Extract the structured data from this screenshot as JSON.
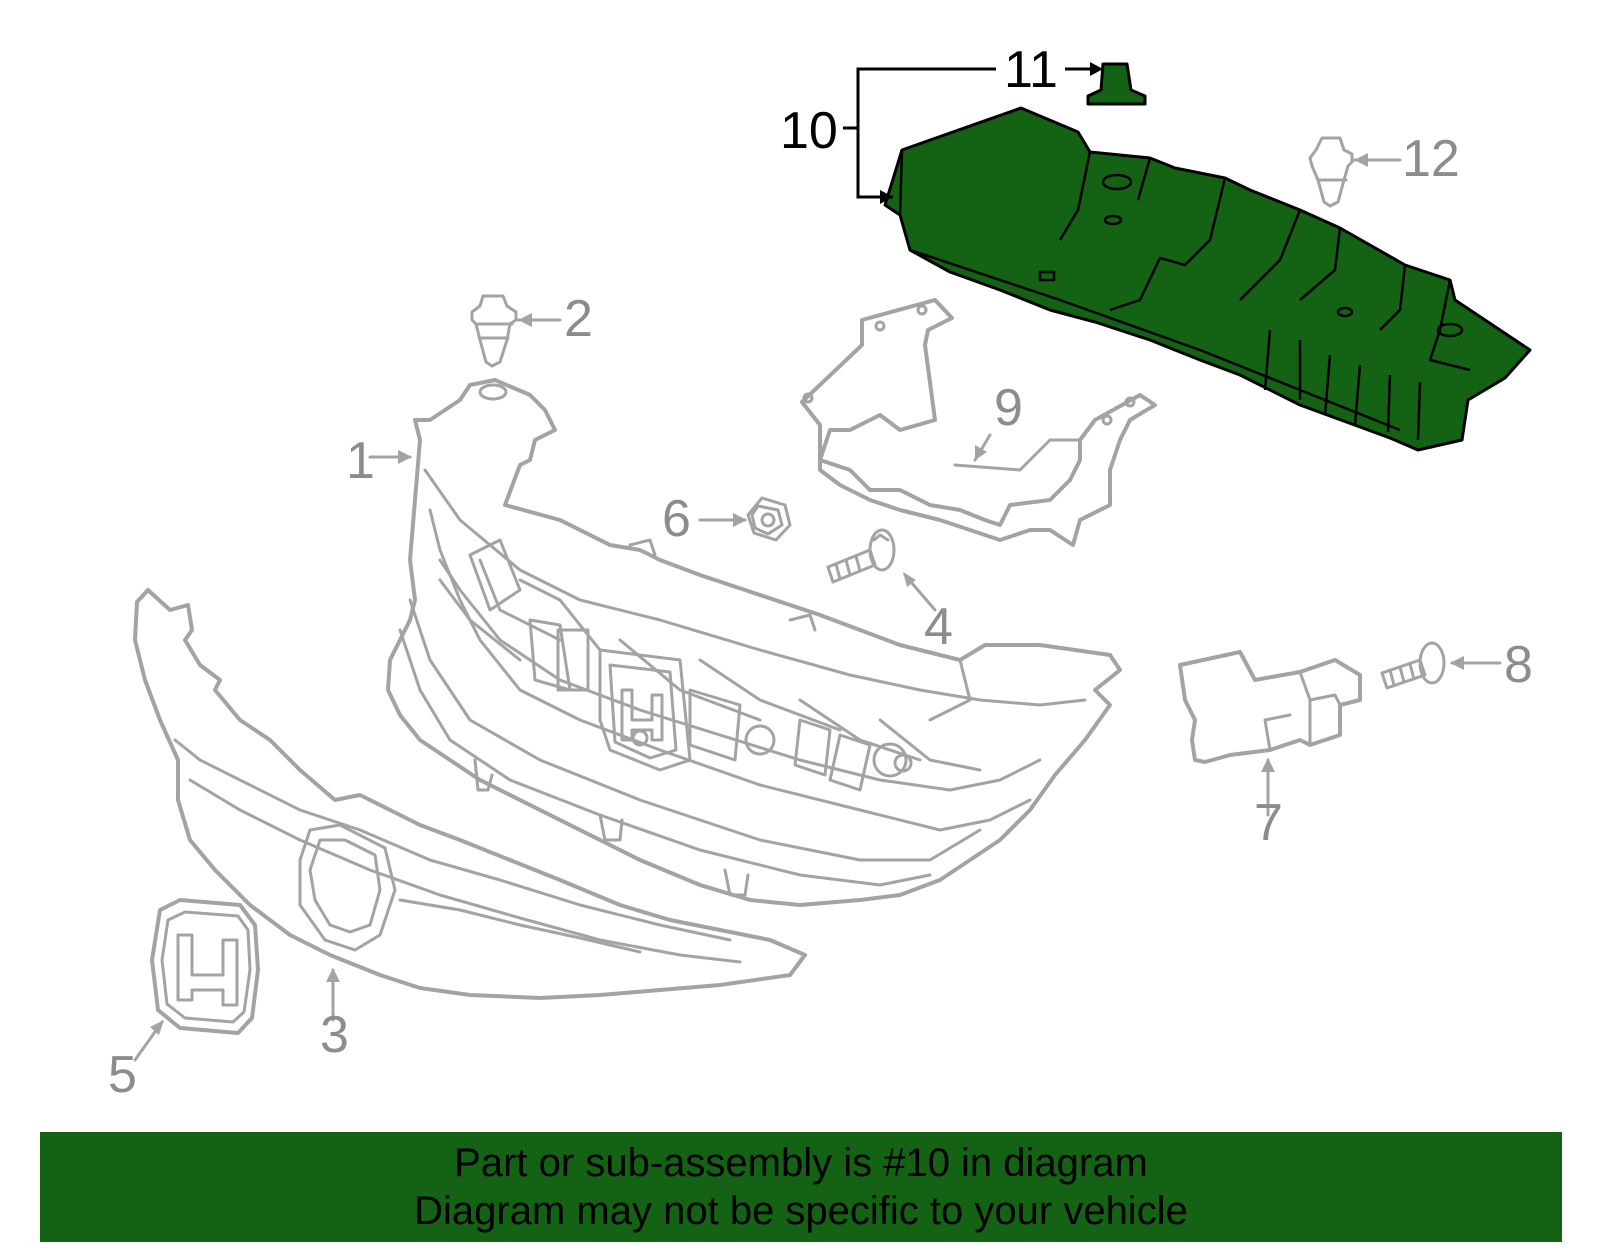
{
  "colors": {
    "highlight": "#146314",
    "part_stroke": "#a3a3a3",
    "callout_gray": "#8c8c8c",
    "banner": "#146314"
  },
  "callouts": {
    "c1": "1",
    "c2": "2",
    "c3": "3",
    "c4": "4",
    "c5": "5",
    "c6": "6",
    "c7": "7",
    "c8": "8",
    "c9": "9",
    "c10": "10",
    "c11": "11",
    "c12": "12"
  },
  "highlighted_part": "10",
  "banner": {
    "line1": "Part or sub-assembly is #10 in diagram",
    "line2": "Diagram may not be specific to your vehicle"
  }
}
